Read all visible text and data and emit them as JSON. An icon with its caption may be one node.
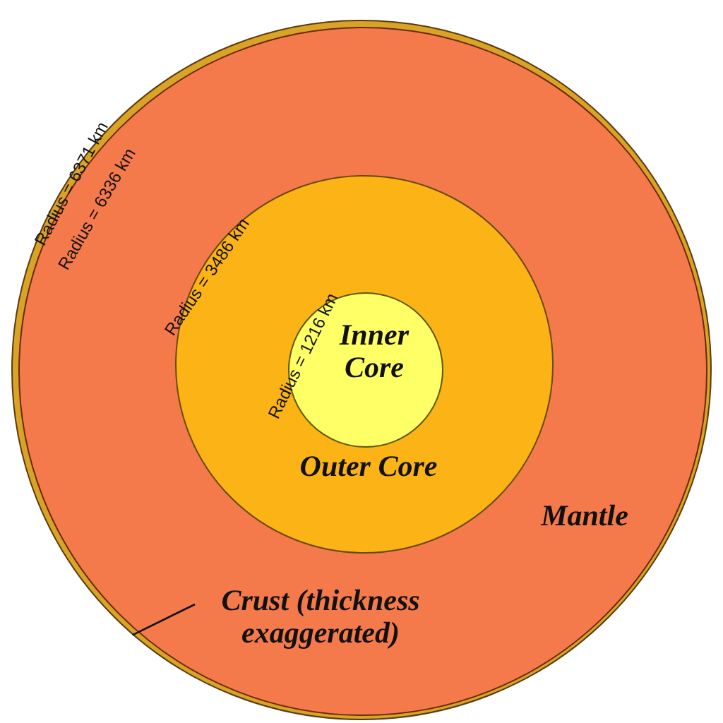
{
  "diagram": {
    "nodes": [
      {
        "text": [],
        "shape": "circle"
      },
      {
        "text": [
          "Mantle"
        ],
        "in": 0
      },
      {
        "text": [
          "Outer Core"
        ],
        "in": 1
      },
      {
        "text": [
          "Inner Core"
        ],
        "in": 2
      },
      {
        "text": [
          "Crust (thickness exaggerated)"
        ],
        "in": 1
      }
    ],
    "edges": [
      {
        "from": 4,
        "to": 0,
        "arrow": "none"
      }
    ],
    "labels": [
      "Radius = 6371 km",
      "Radius = 6336 km",
      "Radius = 3486 km",
      "Radius = 1216 km"
    ]
  }
}
